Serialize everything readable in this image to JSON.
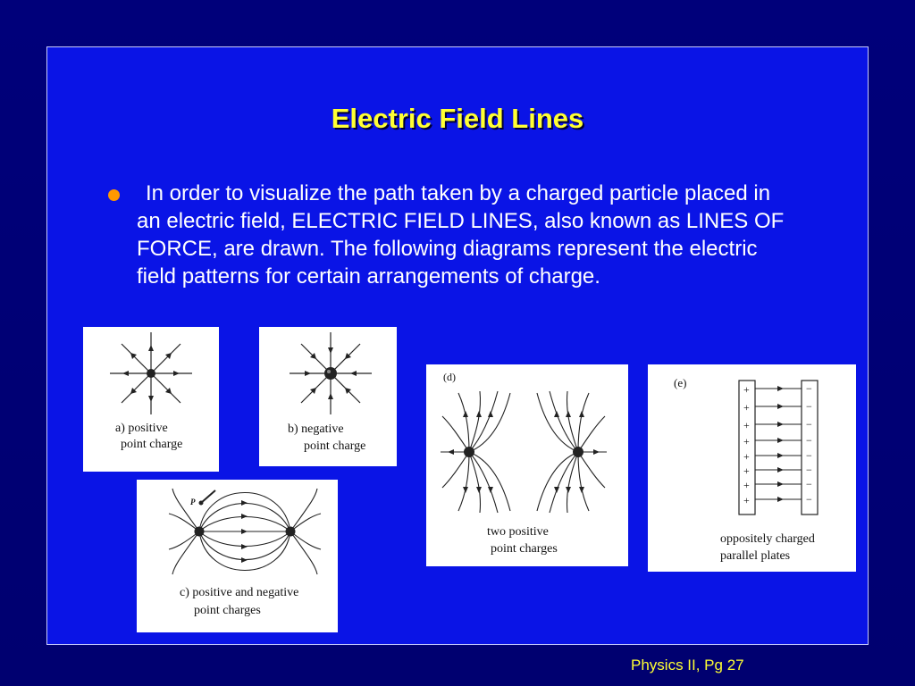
{
  "slide": {
    "title": "Electric Field Lines",
    "bullet": "In order to visualize the path taken by a charged particle placed in an electric field, ELECTRIC FIELD LINES, also known as LINES OF FORCE, are drawn.  The following diagrams represent the electric field patterns for certain arrangements of charge.",
    "footer": "Physics II, Pg 27"
  },
  "figures": {
    "a": {
      "line1": "a) positive",
      "line2": "point charge"
    },
    "b": {
      "line1": "b) negative",
      "line2": "point charge"
    },
    "c": {
      "point_label": "P",
      "line1": "c) positive and negative",
      "line2": "point charges"
    },
    "d": {
      "tag": "(d)",
      "line1": "two positive",
      "line2": "point charges"
    },
    "e": {
      "tag": "(e)",
      "plus_sign": "+",
      "minus_sign": "−",
      "line1": "oppositely charged",
      "line2": "parallel plates"
    }
  },
  "colors": {
    "background": "#00007a",
    "panel": "#0a14e6",
    "title": "#ffff33",
    "bullet": "#ff9900",
    "text": "#ffffff"
  }
}
